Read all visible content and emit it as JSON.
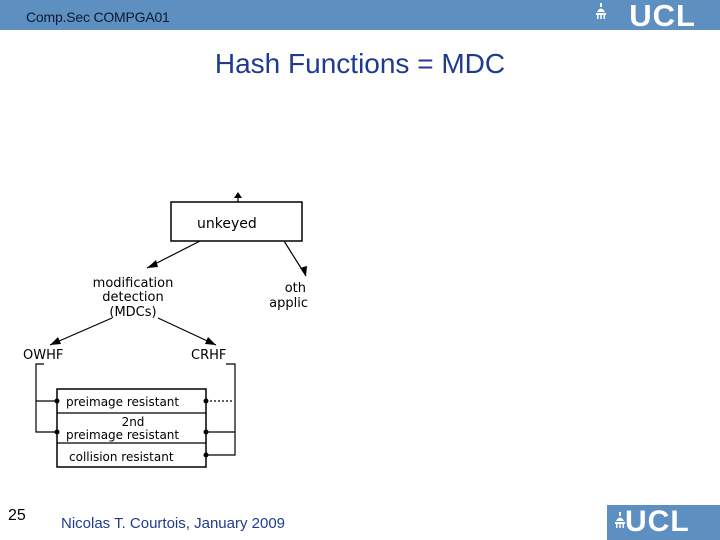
{
  "header": {
    "course": "Comp.Sec COMPGA01",
    "logo": "UCL"
  },
  "slide": {
    "title": "Hash Functions = MDC",
    "page_number": "25"
  },
  "footer": {
    "author_date": "Nicolas T. Courtois, January 2009",
    "logo": "UCL"
  },
  "diagram": {
    "root": "unkeyed",
    "mdc_line1": "modification",
    "mdc_line2": "detection",
    "mdc_line3": "(MDCs)",
    "other_line1": "oth",
    "other_line2": "applic",
    "owhf": "OWHF",
    "crhf": "CRHF",
    "prop1": "preimage resistant",
    "prop2_line1": "2nd",
    "prop2_line2": "preimage resistant",
    "prop3": "collision resistant"
  },
  "colors": {
    "band": "#5d8fc0",
    "title": "#1f3b8f"
  }
}
